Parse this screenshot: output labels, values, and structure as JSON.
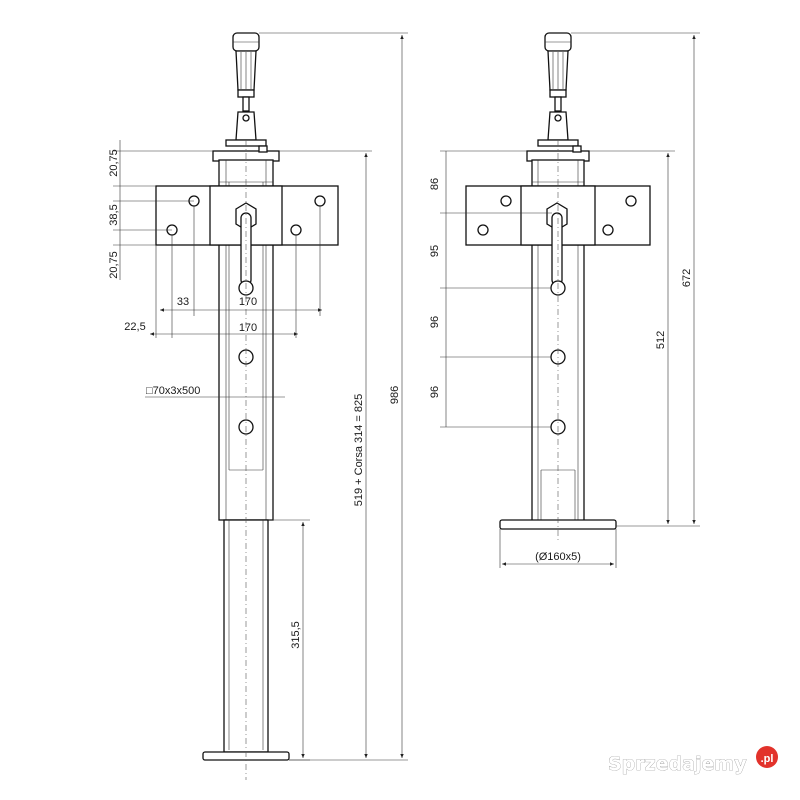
{
  "watermark": {
    "text": "Sprzedajemy",
    "suffix": ".pl"
  },
  "left_view": {
    "dims_vertical": {
      "top_gap": "20,75",
      "hole_spacing": "38,5",
      "bottom_gap": "20,75"
    },
    "dims_horizontal": {
      "inner_hole_offset": "33",
      "holes_spacing_top": "170",
      "outer_offset": "22,5",
      "holes_spacing_bottom": "170"
    },
    "tube_label": "□70x3x500",
    "total_height": "986",
    "travel_height": "519 + Corsa 314 = 825",
    "lower_tube": "315,5"
  },
  "right_view": {
    "hole_pitch": [
      "86",
      "95",
      "96",
      "96"
    ],
    "upper_height": "512",
    "total_height": "672",
    "foot_plate": "(Ø160x5)"
  }
}
